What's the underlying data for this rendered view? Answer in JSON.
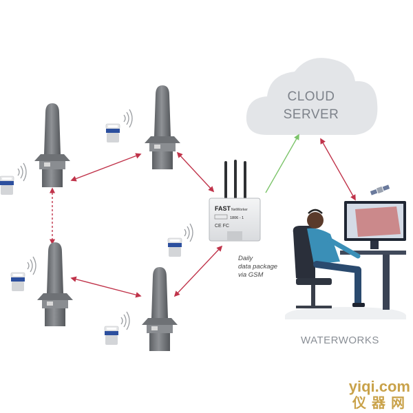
{
  "cloud": {
    "line1": "CLOUD",
    "line2": "SERVER"
  },
  "waterworks": {
    "label": "WATERWORKS"
  },
  "gsm_note": {
    "line1": "Daily",
    "line2": "data package",
    "line3": "via GSM"
  },
  "collector": {
    "brand": "FAST",
    "model": "NetWorker",
    "id": "1806 - 1",
    "marks": "CE FC"
  },
  "watermark": {
    "domain": "yiqi.com",
    "chinese": "仪器网"
  },
  "colors": {
    "red_arrow": "#c0334a",
    "green_arrow": "#7cc46a",
    "cloud_fill": "#e3e5e8",
    "device_gray": "#7b7e82",
    "meter_blue": "#2c4f9e"
  },
  "icons": {
    "antenna": "antenna-icon",
    "water_meter": "water-meter-icon",
    "satellite": "satellite-icon",
    "wireless": "wireless-signal-icon"
  }
}
